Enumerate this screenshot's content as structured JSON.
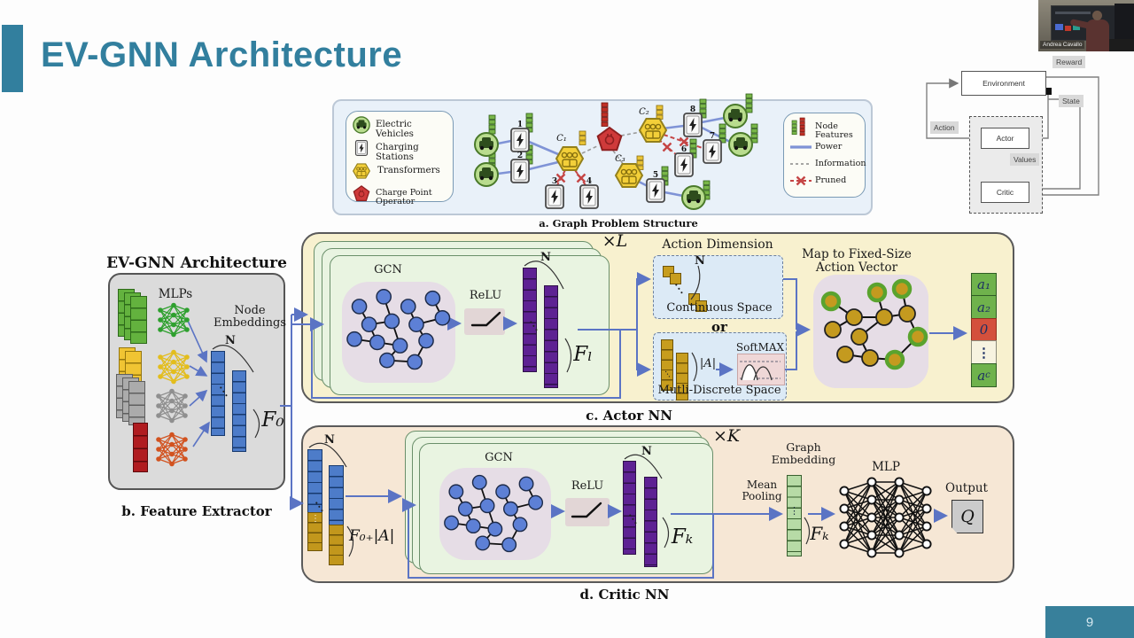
{
  "slide": {
    "title": "EV-GNN Architecture",
    "page": "9",
    "accent_color": "#327f9e"
  },
  "webcam": {
    "name": "Andrea Cavallo"
  },
  "rl": {
    "environment": "Environment",
    "actor": "Actor",
    "critic": "Critic",
    "action": "Action",
    "state": "State",
    "reward": "Reward",
    "values": "Values"
  },
  "graph": {
    "caption": "a. Graph Problem Structure",
    "legend_left": [
      {
        "label": "Electric Vehicles"
      },
      {
        "label": "Charging Stations"
      },
      {
        "label": "Transformers"
      },
      {
        "label": "Charge Point Operator"
      }
    ],
    "legend_right": [
      {
        "label": "Node Features"
      },
      {
        "label": "Power"
      },
      {
        "label": "Information"
      },
      {
        "label": "Pruned"
      }
    ],
    "stations": [
      "1",
      "2",
      "3",
      "4",
      "5",
      "6",
      "7",
      "8"
    ],
    "transformers": [
      "C₁",
      "C₂",
      "C₃"
    ]
  },
  "extractor": {
    "header": "EV-GNN Architecture",
    "caption": "b. Feature Extractor",
    "mlps": "MLPs",
    "node_line1": "Node",
    "node_line2": "Embeddings",
    "n": "N",
    "f0": "F₀"
  },
  "actor": {
    "caption": "c. Actor NN",
    "gcn": "GCN",
    "relu": "ReLU",
    "n": "N",
    "fl": "Fₗ",
    "times_l": "×L",
    "action_dimension": "Action Dimension",
    "n2": "N",
    "continuous": "Continuous Space",
    "or": "or",
    "softmax": "SoftMAX",
    "abs_a": "|A|",
    "multi_discrete": "Mutli-Discrete Space",
    "map_line1": "Map to Fixed-Size",
    "map_line2": "Action Vector",
    "vector": {
      "a1": "a₁",
      "a2": "a₂",
      "zero": "0",
      "dots": "⋮",
      "ac_base": "a",
      "ac_sub": "c"
    }
  },
  "critic": {
    "caption": "d. Critic NN",
    "gcn": "GCN",
    "relu": "ReLU",
    "n": "N",
    "n2": "N",
    "f0a": "F₀₊|A|",
    "fk": "Fₖ",
    "times_k": "×K",
    "mean1": "Mean",
    "mean2": "Pooling",
    "emb1": "Graph",
    "emb2": "Embedding",
    "fk2": "Fₖ",
    "mlp": "MLP",
    "output": "Output",
    "q": "Q"
  }
}
